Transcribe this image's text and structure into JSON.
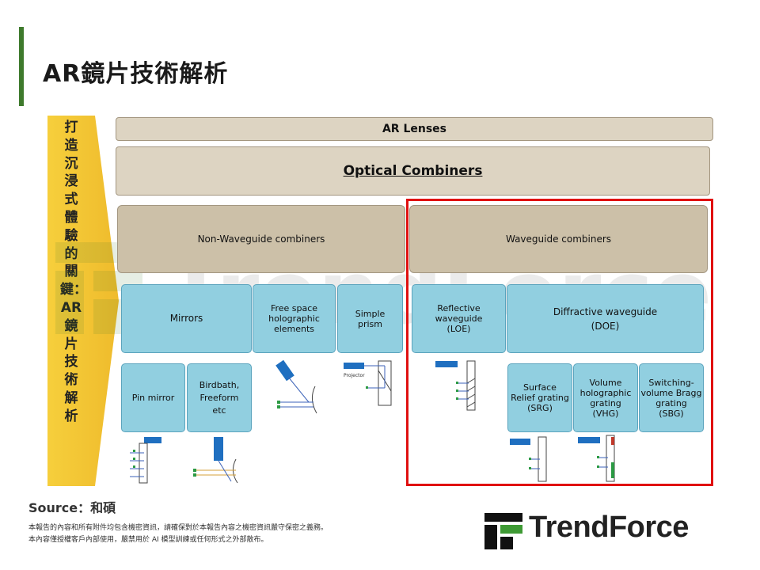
{
  "title": "AR鏡片技術解析",
  "side_banner": "打造沉浸式體驗的關鍵：AR鏡片技術解析",
  "diagram": {
    "ar_lenses": "AR Lenses",
    "optical_combiners": "Optical Combiners",
    "non_waveguide": "Non-Waveguide combiners",
    "waveguide": "Waveguide combiners",
    "mirrors": "Mirrors",
    "free_space": "Free space\nholographic\nelements",
    "simple_prism": "Simple\nprism",
    "reflective": "Reflective\nwaveguide\n(LOE)",
    "diffractive": "Diffractive waveguide\n(DOE)",
    "pin_mirror": "Pin mirror",
    "birdbath": "Birdbath,\nFreeform\netc",
    "srg": "Surface\nRelief grating\n(SRG)",
    "vhg": "Volume\nholographic\ngrating\n(VHG)",
    "sbg": "Switching-\nvolume Bragg\ngrating\n(SBG)",
    "projector_label": "Projector"
  },
  "watermark": "TrendForce",
  "source": "Source：和碩",
  "notes": [
    "本報告的內容和所有附件均包含機密資訊，請確保對於本報告內容之機密資訊嚴守保密之義務。",
    "本內容僅授權客戶內部使用，嚴禁用於 AI 模型訓練或任何形式之外部散布。"
  ],
  "logo": {
    "text": "TrendForce"
  },
  "colors": {
    "accent": "#3e7a2c",
    "highlight": "#e01010",
    "banner": "#f2c23a",
    "tan": "#ccc0a8",
    "blue": "#91cfe0"
  }
}
